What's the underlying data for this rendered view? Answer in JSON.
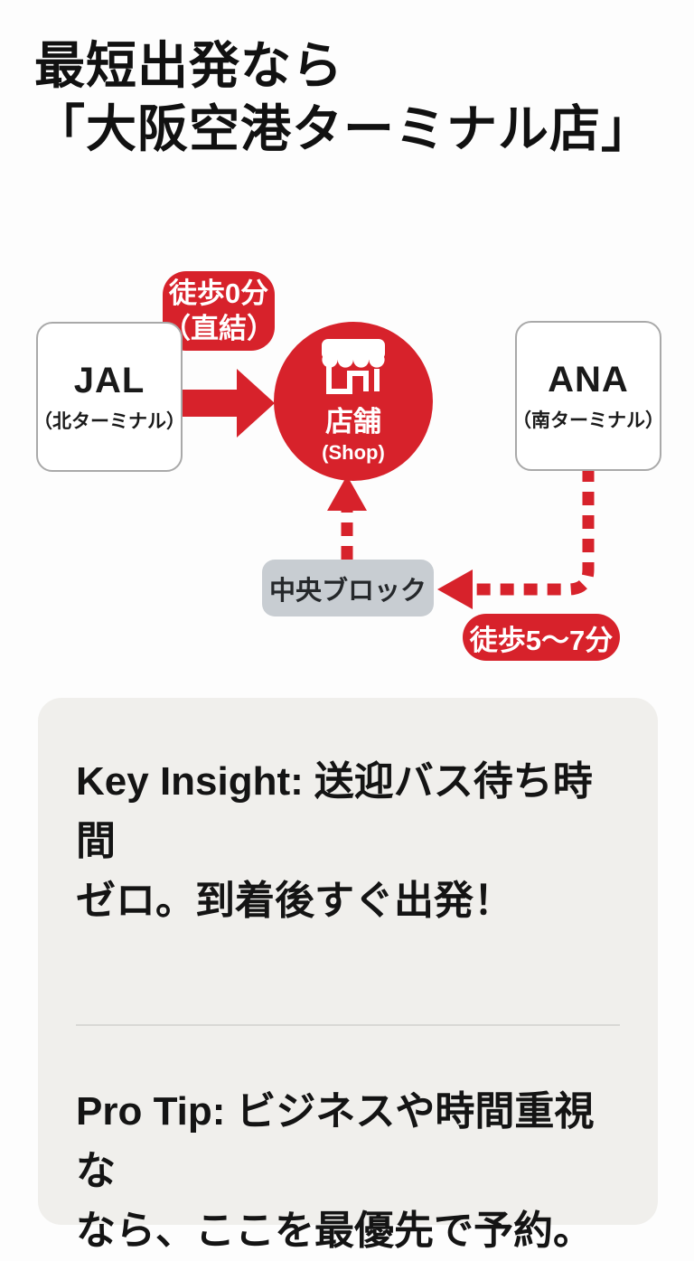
{
  "title": {
    "line1": "最短出発なら",
    "line2": "「大阪空港ターミナル店」"
  },
  "diagram": {
    "walk_direct_badge": {
      "line1": "徒歩0分",
      "line2": "（直結）"
    },
    "jal_box": {
      "name": "JAL",
      "terminal": "（北ターミナル）"
    },
    "ana_box": {
      "name": "ANA",
      "terminal": "（南ターミナル）"
    },
    "shop_node": {
      "label": "店舗",
      "sublabel": "(Shop)",
      "icon": "storefront-icon"
    },
    "central_block": {
      "label": "中央ブロック"
    },
    "walk_time_badge": {
      "label": "徒歩5〜7分"
    }
  },
  "insight_card": {
    "key_insight": {
      "label": "Key Insight:",
      "line1": "送迎バス待ち時間",
      "line2": "ゼロ。到着後すぐ出発！"
    },
    "pro_tip": {
      "label": "Pro Tip:",
      "line1": "ビジネスや時間重視な",
      "line2": "なら、ここを最優先で予約。"
    }
  },
  "colors": {
    "accent_red": "#d7222b",
    "card_bg": "#f0efec",
    "block_gray": "#c8cdd2",
    "box_border": "#a9a9a9"
  }
}
